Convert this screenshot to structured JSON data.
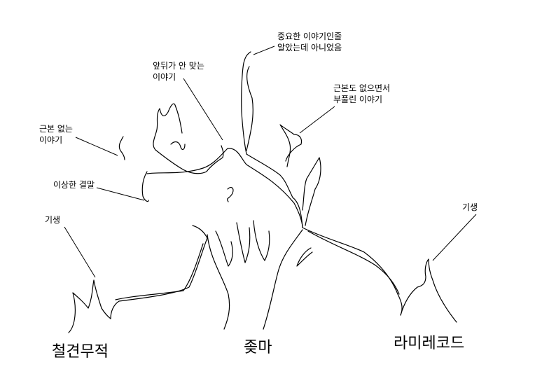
{
  "annotations": {
    "important_story": [
      "중요한 이야기인줄",
      "알았는데 아니었음"
    ],
    "inconsistent_story": [
      "앞뒤가 안 맞는",
      "이야기"
    ],
    "groundless_story_right": [
      "근본도 없으면서",
      "부풀린 이야기"
    ],
    "groundless_story_left": [
      "근본 없는",
      "이야기"
    ],
    "strange_ending": "이상한 결말",
    "parasite_left": "기생",
    "parasite_right": "기생"
  },
  "titles": {
    "left": "철견무적",
    "center": "좆마",
    "right": "라미레코드"
  }
}
